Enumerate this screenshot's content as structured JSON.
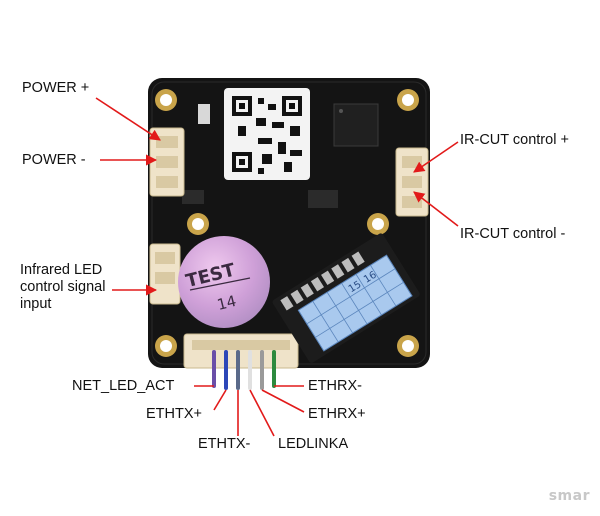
{
  "labels": {
    "power_plus": "POWER +",
    "power_minus": "POWER -",
    "ircut_plus": "IR-CUT control +",
    "ircut_minus": "IR-CUT control -",
    "infrared_led": "Infrared LED control signal input",
    "net_led_act": "NET_LED_ACT",
    "ethtx_plus": "ETHTX+",
    "ethtx_minus": "ETHTX-",
    "ledlinka": "LEDLINKA",
    "ethrx_plus": "ETHRX+",
    "ethrx_minus": "ETHRX-"
  },
  "sticker": {
    "line1": "TEST",
    "line2": "14"
  },
  "chip_label": {
    "top": [
      "15",
      "16"
    ]
  },
  "watermark": "smar",
  "colors": {
    "arrow": "#e21a1a",
    "pcb": "#141414",
    "connector": "#efe3c9",
    "sticker": "#cf9fd6",
    "chip_label": "#a9c9ee",
    "wires": [
      "#6a4fa8",
      "#2c47b8",
      "#e8e8e8",
      "#8a8a8a",
      "#2d8a3e"
    ]
  }
}
